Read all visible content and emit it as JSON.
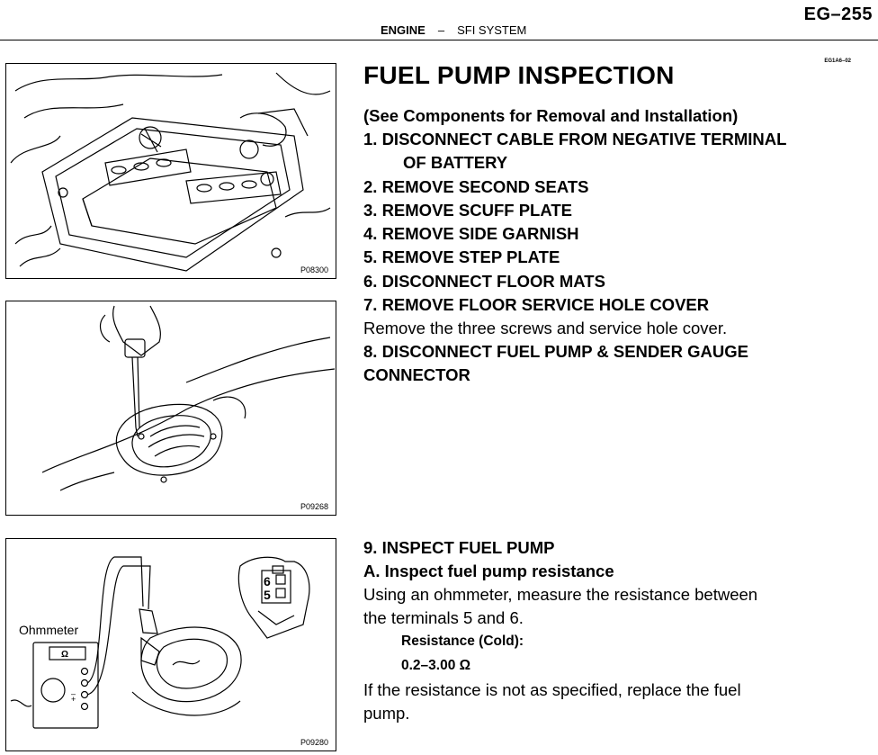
{
  "header": {
    "page_number": "EG–255",
    "section": "ENGINE",
    "dash": "–",
    "subsection": "SFI SYSTEM",
    "ref_code": "EG1A6–02"
  },
  "title": "FUEL PUMP INSPECTION",
  "steps": {
    "see_components": "(See Components for Removal and Installation)",
    "s1_line1": "1. DISCONNECT CABLE FROM NEGATIVE TERMINAL",
    "s1_line2": "OF BATTERY",
    "s2": "2. REMOVE SECOND SEATS",
    "s3": "3. REMOVE SCUFF PLATE",
    "s4": "4. REMOVE SIDE GARNISH",
    "s5": "5. REMOVE STEP PLATE",
    "s6": "6. DISCONNECT FLOOR MATS",
    "s7": "7. REMOVE FLOOR SERVICE HOLE COVER",
    "s7_desc": "Remove the three screws and service hole cover.",
    "s8_line1": "8. DISCONNECT FUEL PUMP & SENDER GAUGE",
    "s8_line2": "CONNECTOR",
    "s9": "9. INSPECT FUEL PUMP",
    "s9a": "A. Inspect fuel pump resistance",
    "s9a_desc1": "Using an ohmmeter, measure the resistance between",
    "s9a_desc2": "the terminals 5 and 6.",
    "resistance_label": "Resistance (Cold):",
    "resistance_value": "0.2–3.00 Ω",
    "replace_line1": "If the resistance is not as specified, replace the fuel",
    "replace_line2": "pump."
  },
  "figures": {
    "fig1_code": "P08300",
    "fig2_code": "P09268",
    "fig3_code": "P09280",
    "ohmmeter_label": "Ohmmeter",
    "ohm_symbol": "Ω",
    "terminal_6": "6",
    "terminal_5": "5",
    "minus_sign": "–",
    "plus_sign": "+"
  }
}
